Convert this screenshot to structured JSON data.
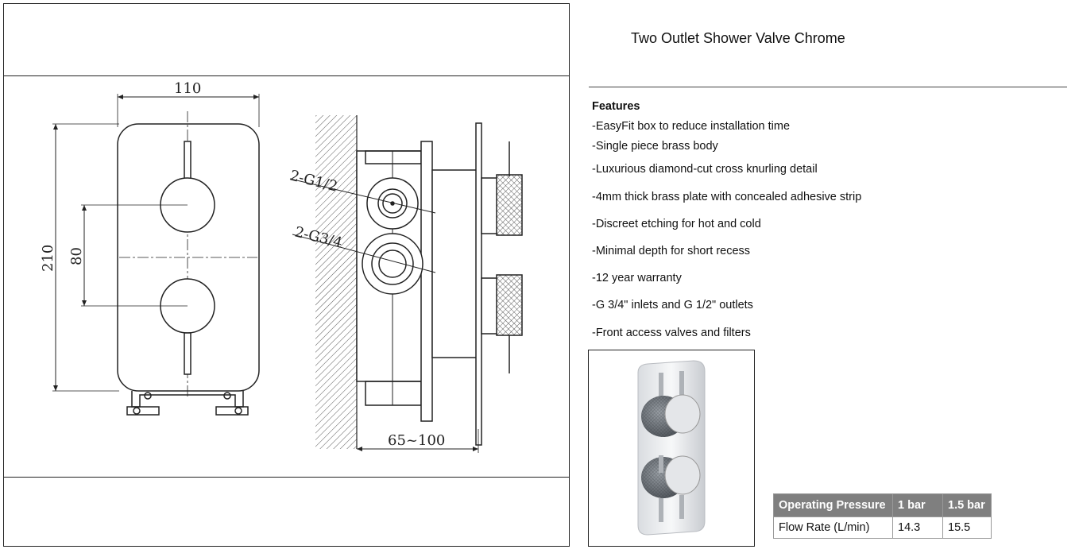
{
  "product": {
    "title": "Two Outlet Shower Valve Chrome"
  },
  "drawing": {
    "dim_width": "110",
    "dim_height": "210",
    "dim_centres": "80",
    "dim_depth": "65~100",
    "label_outlet": "2-G1/2",
    "label_inlet": "2-G3/4"
  },
  "features": {
    "heading": "Features",
    "items": [
      "-EasyFit box to reduce installation time",
      "-Single piece brass body",
      "-Luxurious diamond-cut cross knurling detail",
      "-4mm thick brass plate with concealed adhesive strip",
      "-Discreet etching for hot and cold",
      "-Minimal depth for short recess",
      "-12 year warranty",
      "-G 3/4\" inlets and G 1/2\" outlets",
      "-Front access valves and filters"
    ]
  },
  "spec_table": {
    "headers": [
      "Operating Pressure",
      "1 bar",
      "1.5 bar"
    ],
    "row": [
      "Flow Rate (L/min)",
      "14.3",
      "15.5"
    ]
  },
  "colors": {
    "header_bg": "#7f7f7f",
    "line": "#222222"
  }
}
